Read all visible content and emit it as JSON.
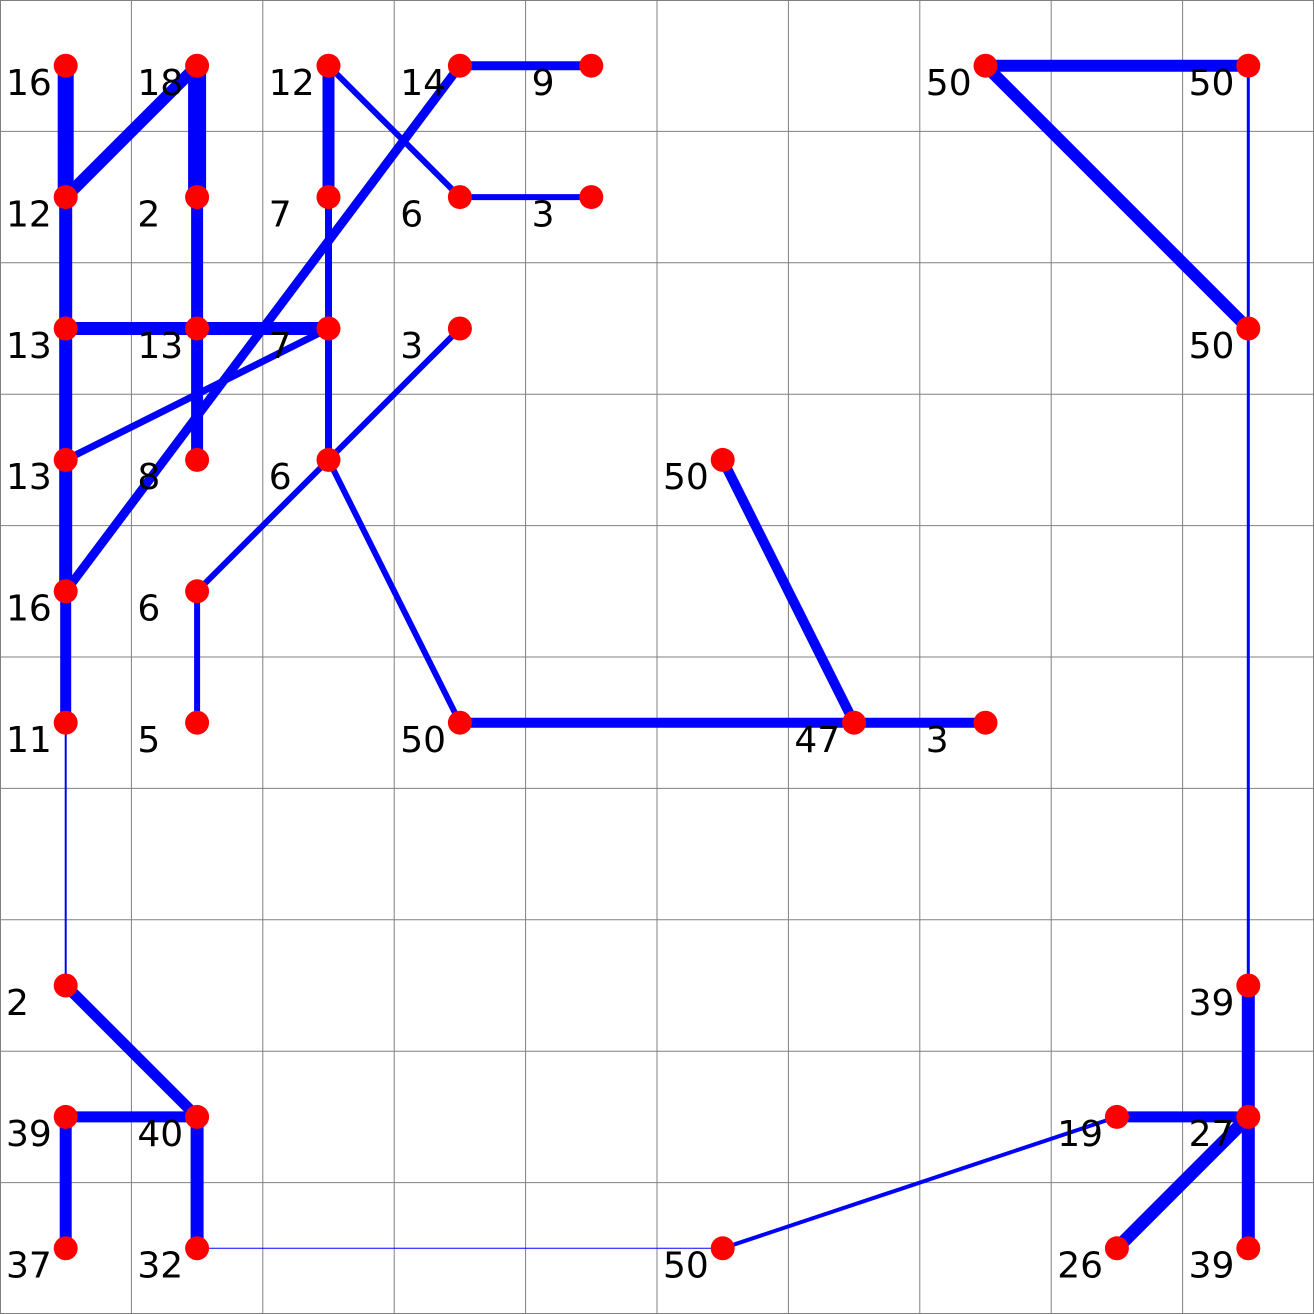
{
  "grid": {
    "cols": 10,
    "rows": 10
  },
  "colors": {
    "background": "#ffffff",
    "grid": "#808080",
    "edge": "#0000ff",
    "node": "#ff0000",
    "label": "#000000"
  },
  "nodes": [
    {
      "id": "n1",
      "col": 0.5,
      "row": 0.5,
      "label": "16"
    },
    {
      "id": "n2",
      "col": 1.5,
      "row": 0.5,
      "label": "18"
    },
    {
      "id": "n3",
      "col": 2.5,
      "row": 0.5,
      "label": "12"
    },
    {
      "id": "n4",
      "col": 3.5,
      "row": 0.5,
      "label": "14"
    },
    {
      "id": "n5",
      "col": 4.5,
      "row": 0.5,
      "label": "9"
    },
    {
      "id": "n6",
      "col": 7.5,
      "row": 0.5,
      "label": "50"
    },
    {
      "id": "n7",
      "col": 9.5,
      "row": 0.5,
      "label": "50"
    },
    {
      "id": "n8",
      "col": 0.5,
      "row": 1.5,
      "label": "12"
    },
    {
      "id": "n9",
      "col": 1.5,
      "row": 1.5,
      "label": "2"
    },
    {
      "id": "n10",
      "col": 2.5,
      "row": 1.5,
      "label": "7"
    },
    {
      "id": "n11",
      "col": 3.5,
      "row": 1.5,
      "label": "6"
    },
    {
      "id": "n12",
      "col": 4.5,
      "row": 1.5,
      "label": "3"
    },
    {
      "id": "n13",
      "col": 0.5,
      "row": 2.5,
      "label": "13"
    },
    {
      "id": "n14",
      "col": 1.5,
      "row": 2.5,
      "label": "13"
    },
    {
      "id": "n15",
      "col": 2.5,
      "row": 2.5,
      "label": "7"
    },
    {
      "id": "n16",
      "col": 3.5,
      "row": 2.5,
      "label": "3"
    },
    {
      "id": "n17",
      "col": 9.5,
      "row": 2.5,
      "label": "50"
    },
    {
      "id": "n18",
      "col": 0.5,
      "row": 3.5,
      "label": "13"
    },
    {
      "id": "n19",
      "col": 1.5,
      "row": 3.5,
      "label": "8"
    },
    {
      "id": "n20",
      "col": 2.5,
      "row": 3.5,
      "label": "6"
    },
    {
      "id": "n21",
      "col": 5.5,
      "row": 3.5,
      "label": "50"
    },
    {
      "id": "n22",
      "col": 0.5,
      "row": 4.5,
      "label": "16"
    },
    {
      "id": "n23",
      "col": 1.5,
      "row": 4.5,
      "label": "6"
    },
    {
      "id": "n24",
      "col": 0.5,
      "row": 5.5,
      "label": "11"
    },
    {
      "id": "n25",
      "col": 1.5,
      "row": 5.5,
      "label": "5"
    },
    {
      "id": "n26",
      "col": 3.5,
      "row": 5.5,
      "label": "50"
    },
    {
      "id": "n27",
      "col": 6.5,
      "row": 5.5,
      "label": "47"
    },
    {
      "id": "n28",
      "col": 7.5,
      "row": 5.5,
      "label": "3"
    },
    {
      "id": "n29",
      "col": 0.5,
      "row": 7.5,
      "label": "2"
    },
    {
      "id": "n30",
      "col": 9.5,
      "row": 7.5,
      "label": "39"
    },
    {
      "id": "n31",
      "col": 0.5,
      "row": 8.5,
      "label": "39"
    },
    {
      "id": "n32",
      "col": 1.5,
      "row": 8.5,
      "label": "40"
    },
    {
      "id": "n33",
      "col": 8.5,
      "row": 8.5,
      "label": "19"
    },
    {
      "id": "n34",
      "col": 9.5,
      "row": 8.5,
      "label": "27"
    },
    {
      "id": "n35",
      "col": 0.5,
      "row": 9.5,
      "label": "37"
    },
    {
      "id": "n36",
      "col": 1.5,
      "row": 9.5,
      "label": "32"
    },
    {
      "id": "n37",
      "col": 5.5,
      "row": 9.5,
      "label": "50"
    },
    {
      "id": "n38",
      "col": 8.5,
      "row": 9.5,
      "label": "26"
    },
    {
      "id": "n39",
      "col": 9.5,
      "row": 9.5,
      "label": "39"
    }
  ],
  "edges": [
    {
      "from": "n1",
      "to": "n8",
      "weight": 16
    },
    {
      "from": "n8",
      "to": "n2",
      "weight": 12
    },
    {
      "from": "n2",
      "to": "n9",
      "weight": 18
    },
    {
      "from": "n9",
      "to": "n14",
      "weight": 12
    },
    {
      "from": "n14",
      "to": "n19",
      "weight": 12
    },
    {
      "from": "n8",
      "to": "n13",
      "weight": 13
    },
    {
      "from": "n13",
      "to": "n18",
      "weight": 13
    },
    {
      "from": "n18",
      "to": "n22",
      "weight": 13
    },
    {
      "from": "n22",
      "to": "n24",
      "weight": 11
    },
    {
      "from": "n13",
      "to": "n14",
      "weight": 13
    },
    {
      "from": "n14",
      "to": "n15",
      "weight": 13
    },
    {
      "from": "n15",
      "to": "n18",
      "weight": 7
    },
    {
      "from": "n22",
      "to": "n4",
      "weight": 9
    },
    {
      "from": "n4",
      "to": "n5",
      "weight": 9
    },
    {
      "from": "n3",
      "to": "n10",
      "weight": 12
    },
    {
      "from": "n10",
      "to": "n15",
      "weight": 7
    },
    {
      "from": "n15",
      "to": "n20",
      "weight": 7
    },
    {
      "from": "n3",
      "to": "n11",
      "weight": 6
    },
    {
      "from": "n11",
      "to": "n12",
      "weight": 6
    },
    {
      "from": "n16",
      "to": "n23",
      "weight": 6
    },
    {
      "from": "n23",
      "to": "n25",
      "weight": 6
    },
    {
      "from": "n20",
      "to": "n26",
      "weight": 6
    },
    {
      "from": "n26",
      "to": "n27",
      "weight": 10
    },
    {
      "from": "n21",
      "to": "n27",
      "weight": 10
    },
    {
      "from": "n27",
      "to": "n28",
      "weight": 10
    },
    {
      "from": "n6",
      "to": "n7",
      "weight": 12
    },
    {
      "from": "n6",
      "to": "n17",
      "weight": 12
    },
    {
      "from": "n7",
      "to": "n17",
      "weight": 3
    },
    {
      "from": "n17",
      "to": "n30",
      "weight": 3
    },
    {
      "from": "n24",
      "to": "n29",
      "weight": 2
    },
    {
      "from": "n29",
      "to": "n32",
      "weight": 11
    },
    {
      "from": "n31",
      "to": "n32",
      "weight": 11
    },
    {
      "from": "n31",
      "to": "n35",
      "weight": 12
    },
    {
      "from": "n32",
      "to": "n36",
      "weight": 13
    },
    {
      "from": "n36",
      "to": "n37",
      "weight": 1
    },
    {
      "from": "n37",
      "to": "n33",
      "weight": 4
    },
    {
      "from": "n33",
      "to": "n34",
      "weight": 11
    },
    {
      "from": "n30",
      "to": "n34",
      "weight": 13
    },
    {
      "from": "n34",
      "to": "n39",
      "weight": 13
    },
    {
      "from": "n34",
      "to": "n38",
      "weight": 13
    }
  ]
}
